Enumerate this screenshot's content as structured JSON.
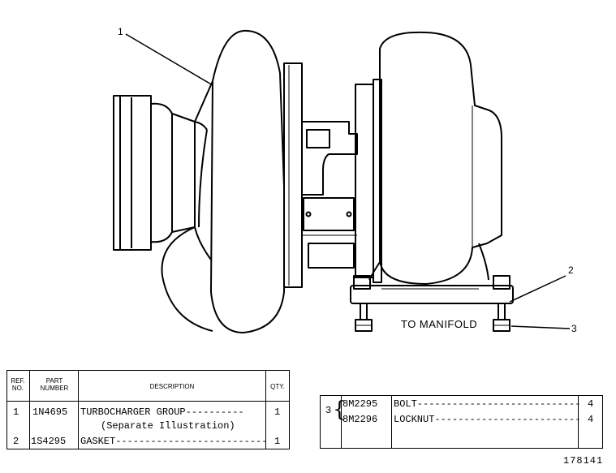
{
  "callouts": {
    "c1": "1",
    "c2": "2",
    "c3": "3"
  },
  "manifold_label": "TO MANIFOLD",
  "left_table": {
    "headers": {
      "ref": "REF. NO.",
      "part": "PART NUMBER",
      "desc": "DESCRIPTION",
      "qty": "QTY."
    },
    "rows": [
      {
        "ref": "1",
        "part": "1N4695",
        "desc": "TURBOCHARGER GROUP----------",
        "note": "(Separate Illustration)",
        "qty": "1"
      },
      {
        "ref": "2",
        "part": "1S4295",
        "desc": "GASKET--------------------------",
        "qty": "1"
      }
    ]
  },
  "right_table": {
    "ref": "3",
    "rows": [
      {
        "part": "8M2295",
        "desc": "BOLT----------------------------",
        "qty": "4"
      },
      {
        "part": "8M2296",
        "desc": "LOCKNUT-------------------------",
        "qty": "4"
      }
    ]
  },
  "figure_number": "178141"
}
